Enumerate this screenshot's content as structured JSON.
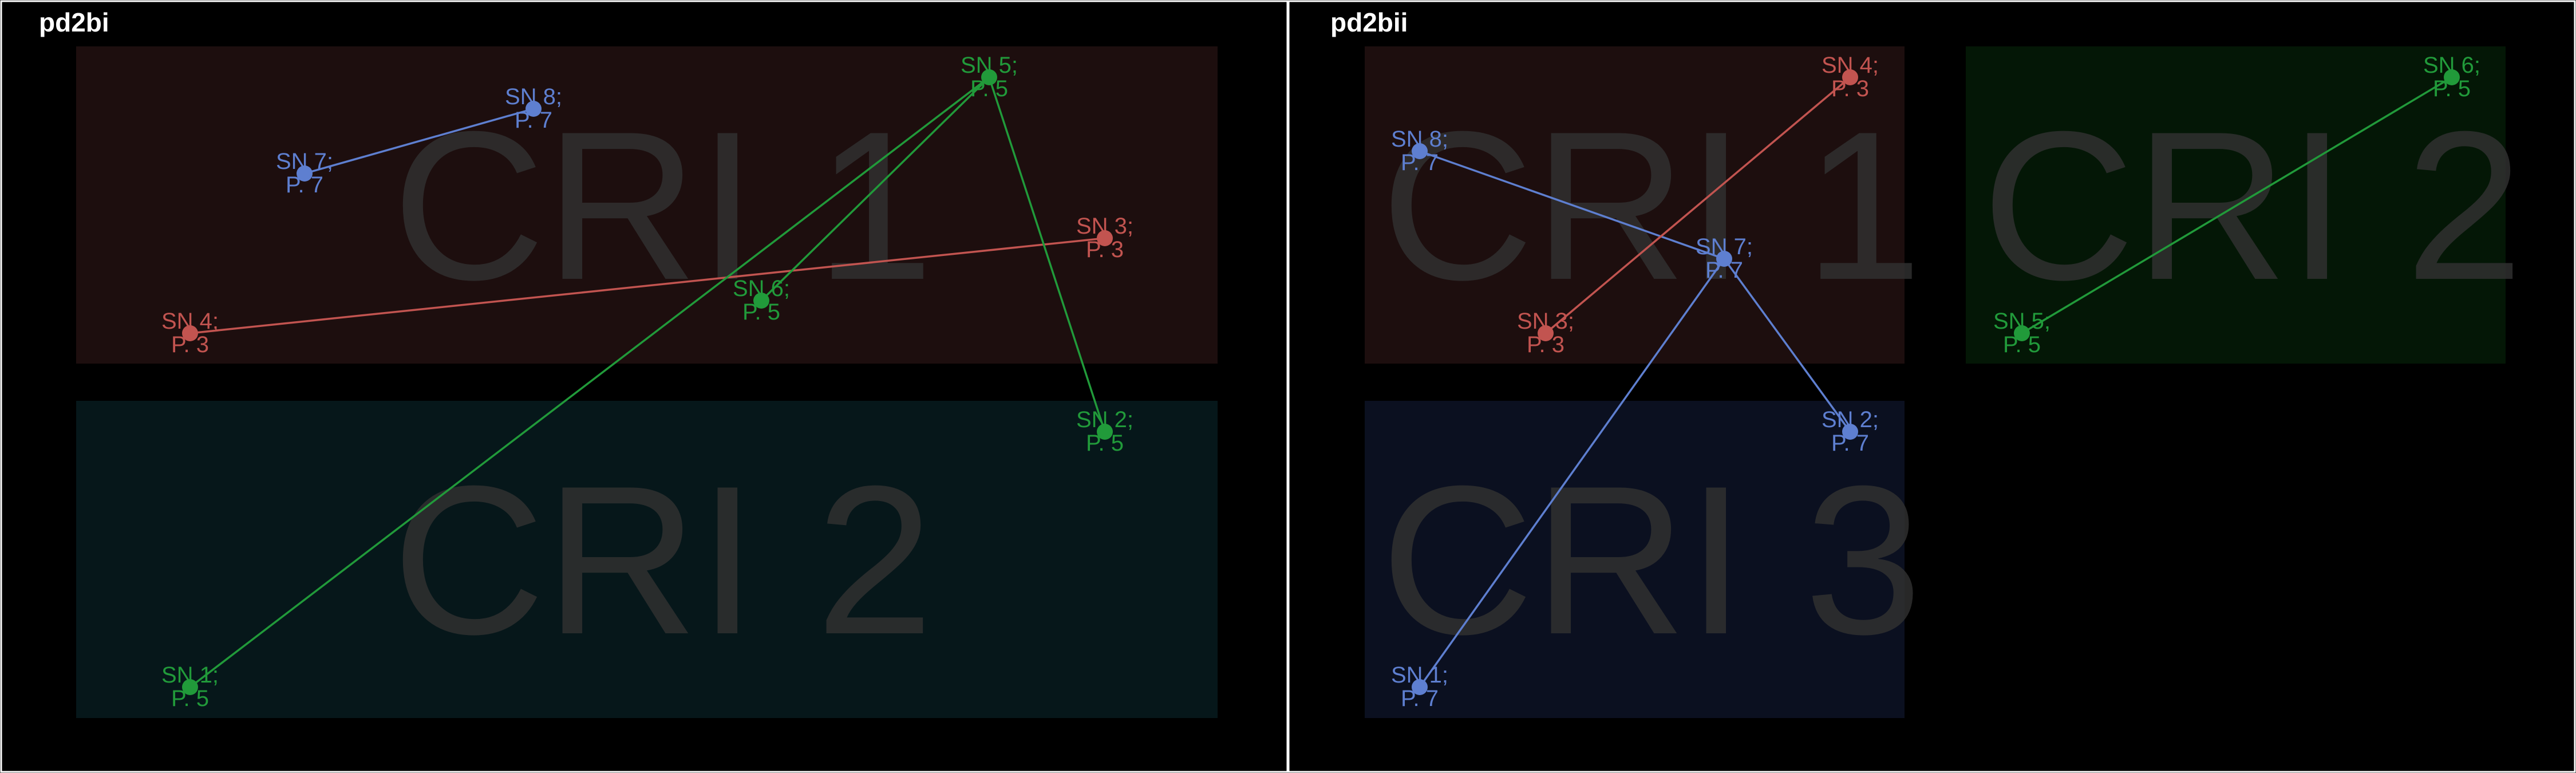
{
  "colors": {
    "background": "#000000",
    "panel_border": "#ffffff",
    "region_watermark": "#303030",
    "red_series": "#c25450",
    "blue_series": "#5e7fd0",
    "green_series": "#219a3a",
    "region_red_fill": "#1d0e0e",
    "region_teal_fill": "#06171a",
    "region_green_fill": "#041706",
    "region_blue_fill": "#0b1020"
  },
  "panels": [
    {
      "title": "pd2bi",
      "regions": [
        {
          "id": "r1",
          "label": "CRI 1",
          "fill_key": "region_red_fill"
        },
        {
          "id": "r2",
          "label": "CRI 2",
          "fill_key": "region_teal_fill"
        }
      ],
      "nodes": [
        {
          "id": "sn7",
          "line1": "SN 7;",
          "line2": "P. 7",
          "color_key": "blue_series"
        },
        {
          "id": "sn8",
          "line1": "SN 8;",
          "line2": "P. 7",
          "color_key": "blue_series"
        },
        {
          "id": "sn4",
          "line1": "SN 4;",
          "line2": "P. 3",
          "color_key": "red_series"
        },
        {
          "id": "sn3",
          "line1": "SN 3;",
          "line2": "P. 3",
          "color_key": "red_series"
        },
        {
          "id": "sn5",
          "line1": "SN 5;",
          "line2": "P. 5",
          "color_key": "green_series"
        },
        {
          "id": "sn6",
          "line1": "SN 6;",
          "line2": "P. 5",
          "color_key": "green_series"
        },
        {
          "id": "sn2",
          "line1": "SN 2;",
          "line2": "P. 5",
          "color_key": "green_series"
        },
        {
          "id": "sn1",
          "line1": "SN 1;",
          "line2": "P. 5",
          "color_key": "green_series"
        }
      ],
      "edges": [
        {
          "from": "sn7",
          "to": "sn8",
          "color_key": "blue_series"
        },
        {
          "from": "sn4",
          "to": "sn3",
          "color_key": "red_series"
        },
        {
          "from": "sn6",
          "to": "sn5",
          "color_key": "green_series"
        },
        {
          "from": "sn5",
          "to": "sn2",
          "color_key": "green_series"
        },
        {
          "from": "sn5",
          "to": "sn1",
          "color_key": "green_series"
        }
      ]
    },
    {
      "title": "pd2bii",
      "regions": [
        {
          "id": "r1",
          "label": "CRI 1",
          "fill_key": "region_red_fill"
        },
        {
          "id": "r2",
          "label": "CRI 2",
          "fill_key": "region_green_fill"
        },
        {
          "id": "r3",
          "label": "CRI 3",
          "fill_key": "region_blue_fill"
        }
      ],
      "nodes": [
        {
          "id": "sn8",
          "line1": "SN 8;",
          "line2": "P. 7",
          "color_key": "blue_series"
        },
        {
          "id": "sn4",
          "line1": "SN 4;",
          "line2": "P. 3",
          "color_key": "red_series"
        },
        {
          "id": "sn7",
          "line1": "SN 7;",
          "line2": "P. 7",
          "color_key": "blue_series"
        },
        {
          "id": "sn3",
          "line1": "SN 3;",
          "line2": "P. 3",
          "color_key": "red_series"
        },
        {
          "id": "sn6",
          "line1": "SN 6;",
          "line2": "P. 5",
          "color_key": "green_series"
        },
        {
          "id": "sn5",
          "line1": "SN 5;",
          "line2": "P. 5",
          "color_key": "green_series"
        },
        {
          "id": "sn2",
          "line1": "SN 2;",
          "line2": "P. 7",
          "color_key": "blue_series"
        },
        {
          "id": "sn1",
          "line1": "SN 1;",
          "line2": "P. 7",
          "color_key": "blue_series"
        }
      ],
      "edges": [
        {
          "from": "sn8",
          "to": "sn7",
          "color_key": "blue_series"
        },
        {
          "from": "sn7",
          "to": "sn2",
          "color_key": "blue_series"
        },
        {
          "from": "sn7",
          "to": "sn1",
          "color_key": "blue_series"
        },
        {
          "from": "sn3",
          "to": "sn4",
          "color_key": "red_series"
        },
        {
          "from": "sn5",
          "to": "sn6",
          "color_key": "green_series"
        }
      ]
    }
  ]
}
